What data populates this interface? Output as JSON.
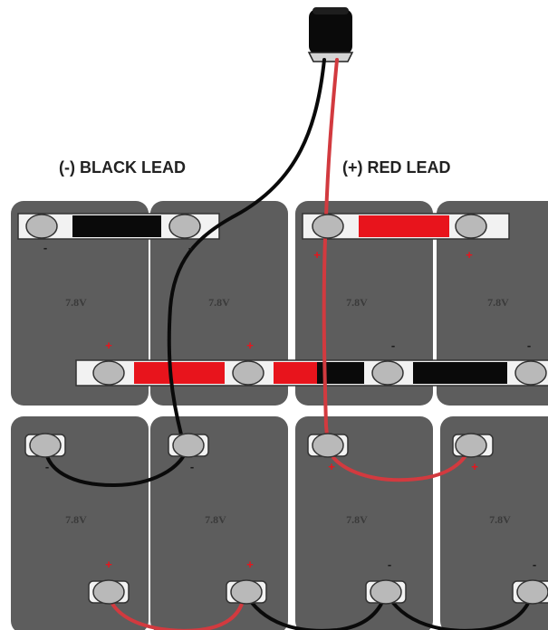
{
  "labels": {
    "negative_lead": "(-) BLACK LEAD",
    "positive_lead": "(+) RED LEAD"
  },
  "battery_voltage": "7.8V",
  "polarity": {
    "plus": "+",
    "minus": "-"
  },
  "colors": {
    "battery": "#5d5d5d",
    "terminal": "#b9b9b9",
    "red": "#e8141c",
    "black": "#0a0a0a",
    "label": "#222222"
  }
}
